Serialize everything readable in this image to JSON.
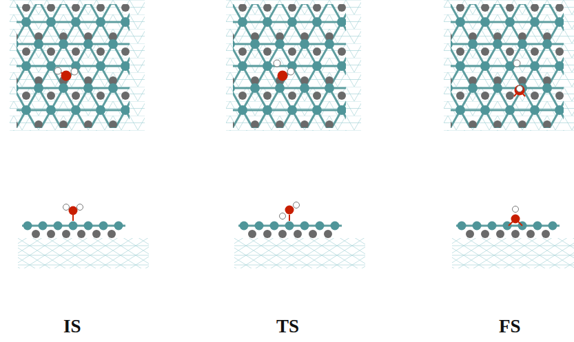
{
  "diagram": {
    "labels": [
      "IS",
      "TS",
      "FS"
    ]
  }
}
